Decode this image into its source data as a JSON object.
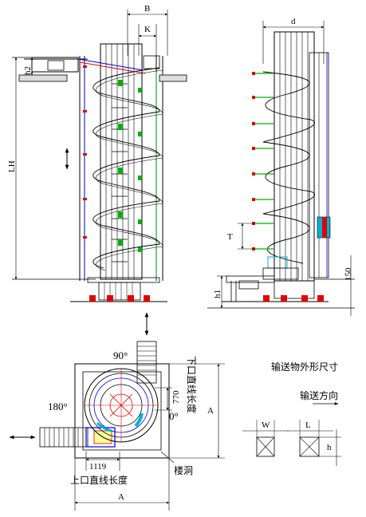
{
  "dimensions": {
    "B": "B",
    "K": "K",
    "d": "d",
    "h2": "h2",
    "LH": "LH",
    "T": "T",
    "h1": "h1",
    "h150": "150",
    "A_right": "A",
    "A_bottom": "A",
    "d770": "770",
    "d1119": "1119",
    "W": "W",
    "L": "L",
    "h": "h"
  },
  "angles": {
    "a90": "90°",
    "a180": "180°",
    "a0": "0°"
  },
  "labels": {
    "lower_straight": "下口直线长度",
    "upper_straight": "上口直线长度",
    "floor_opening": "楼洞",
    "cargo_size": "输送物外形尺寸",
    "conveying_direction": "输送方向"
  },
  "colors": {
    "line": "#000000",
    "red": "#e00000",
    "green": "#00b000",
    "blue": "#0000e0",
    "cyan": "#00b0d0",
    "magenta": "#c000c0"
  }
}
